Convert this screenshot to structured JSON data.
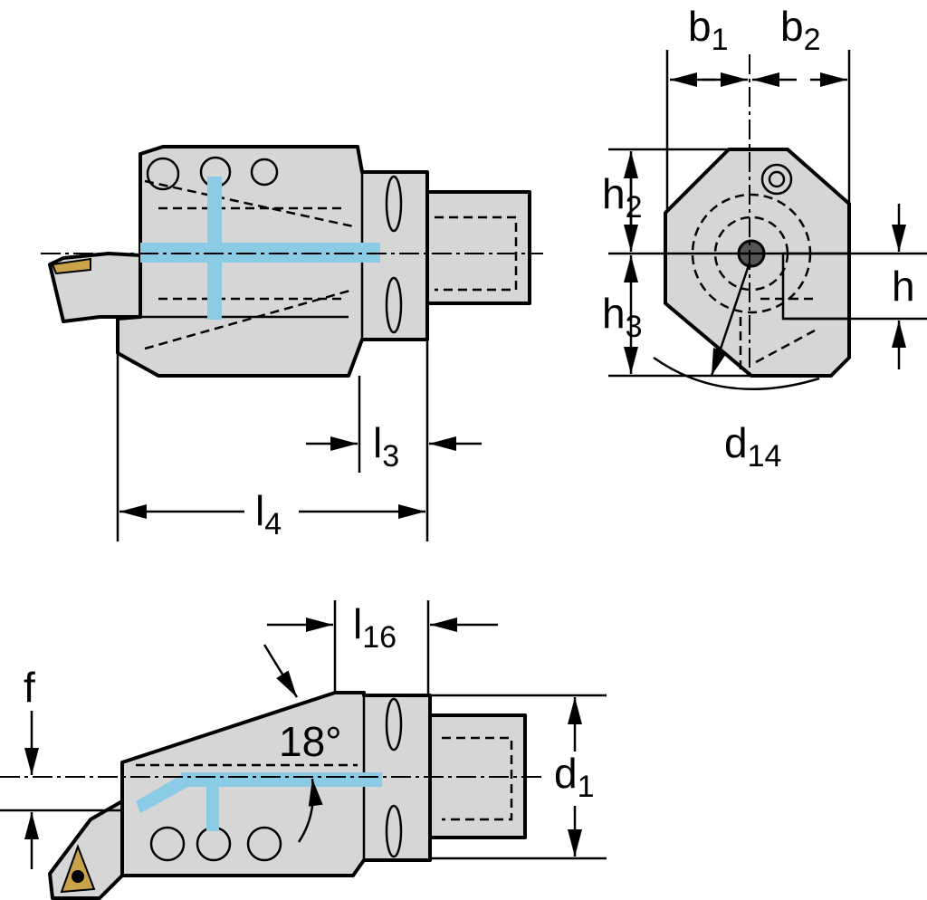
{
  "labels": {
    "b1": {
      "main": "b",
      "sub": "1"
    },
    "b2": {
      "main": "b",
      "sub": "2"
    },
    "h2": {
      "main": "h",
      "sub": "2"
    },
    "h": {
      "main": "h"
    },
    "h3": {
      "main": "h",
      "sub": "3"
    },
    "d14": {
      "main": "d",
      "sub": "14"
    },
    "l3": {
      "main": "l",
      "sub": "3"
    },
    "l4": {
      "main": "l",
      "sub": "4"
    },
    "l16": {
      "main": "l",
      "sub": "16"
    },
    "f": {
      "main": "f"
    },
    "angle": {
      "main": "18°"
    },
    "d1": {
      "main": "d",
      "sub": "1"
    }
  },
  "colors": {
    "body": "#d6d6d6",
    "coolant": "#8ccbe6",
    "insert": "#c9a24a"
  }
}
